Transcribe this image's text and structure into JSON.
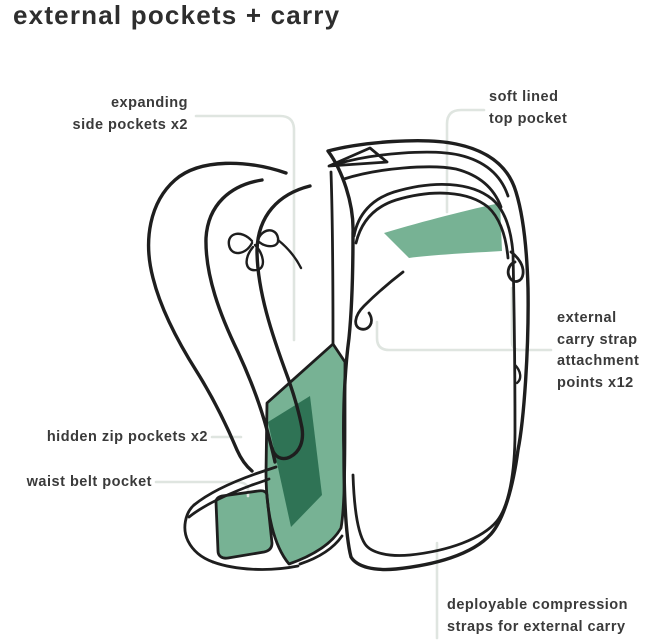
{
  "title": "external pockets + carry",
  "colors": {
    "green_light": "#77b294",
    "green_dark": "#2f7355",
    "outline": "#1e1e1e",
    "callout": "#dfe5e0",
    "white": "#ffffff",
    "text": "#3a3a3a"
  },
  "labels": {
    "expanding_side_pockets": {
      "lines": [
        "expanding",
        "side pockets x2"
      ]
    },
    "soft_lined_top_pocket": {
      "lines": [
        "soft lined",
        "top pocket"
      ]
    },
    "carry_strap_points": {
      "lines": [
        "external",
        "carry strap",
        "attachment",
        "points x12"
      ]
    },
    "hidden_zip_pockets": {
      "lines": [
        "hidden zip pockets x2"
      ]
    },
    "waist_belt_pocket": {
      "lines": [
        "waist belt pocket"
      ]
    },
    "compression_straps": {
      "lines": [
        "deployable compression",
        "straps for external carry"
      ]
    }
  },
  "diagram": {
    "subject": "backpack feature diagram"
  }
}
